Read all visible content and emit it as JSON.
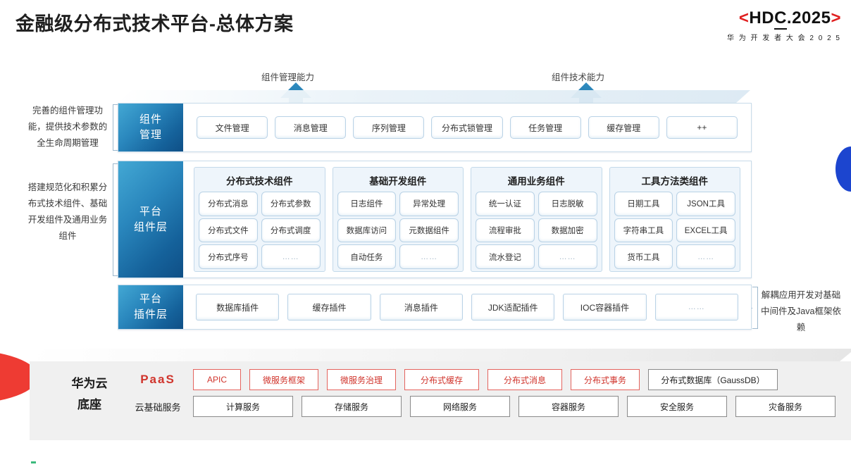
{
  "header": {
    "title": "金融级分布式技术平台-总体方案",
    "logo": {
      "bracket_left": "<",
      "bracket_right": ">",
      "text_before": "HD",
      "text_underlined": "C",
      "text_after": ".2025",
      "subtitle": "华 为 开 发 者 大 会 2 0 2 5",
      "bracket_color": "#e02020"
    }
  },
  "callouts": {
    "top_left": "组件管理能力",
    "top_right": "组件技术能力"
  },
  "side_notes": {
    "left_1": "完善的组件管理功能，提供技术参数的全生命周期管理",
    "left_2": "搭建规范化和积累分布式技术组件、基础开发组件及通用业务组件",
    "right_1": "解耦应用开发对基础中间件及Java框架依赖"
  },
  "layers": {
    "component_management": {
      "title": "组件管理",
      "items": [
        "文件管理",
        "消息管理",
        "序列管理",
        "分布式锁管理",
        "任务管理",
        "缓存管理",
        "++"
      ]
    },
    "platform_component": {
      "title": "平台组件层",
      "groups": [
        {
          "name": "分布式技术组件",
          "items": [
            "分布式消息",
            "分布式参数",
            "分布式文件",
            "分布式调度",
            "分布式序号",
            "……"
          ]
        },
        {
          "name": "基础开发组件",
          "items": [
            "日志组件",
            "异常处理",
            "数据库访问",
            "元数据组件",
            "自动任务",
            "……"
          ]
        },
        {
          "name": "通用业务组件",
          "items": [
            "统一认证",
            "日志脱敏",
            "流程审批",
            "数据加密",
            "流水登记",
            "……"
          ]
        },
        {
          "name": "工具方法类组件",
          "items": [
            "日期工具",
            "JSON工具",
            "字符串工具",
            "EXCEL工具",
            "货币工具",
            "……"
          ]
        }
      ]
    },
    "platform_plugin": {
      "title": "平台插件层",
      "items": [
        "数据库插件",
        "缓存插件",
        "消息插件",
        "JDK适配插件",
        "IOC容器插件",
        "……"
      ]
    }
  },
  "paas": {
    "label": "华为云底座",
    "rows": [
      {
        "row_label": "PaaS",
        "label_style": "strong",
        "items": [
          {
            "text": "APIC",
            "style": "red",
            "width": 66
          },
          {
            "text": "微服务框架",
            "style": "red",
            "width": 96
          },
          {
            "text": "微服务治理",
            "style": "red",
            "width": 96
          },
          {
            "text": "分布式缓存",
            "style": "red",
            "width": 104
          },
          {
            "text": "分布式消息",
            "style": "red",
            "width": 104
          },
          {
            "text": "分布式事务",
            "style": "red",
            "width": 96
          },
          {
            "text": "分布式数据库（GaussDB）",
            "style": "gray",
            "width": 182
          }
        ]
      },
      {
        "row_label": "云基础服务",
        "label_style": "plain",
        "items": [
          {
            "text": "计算服务",
            "style": "gray",
            "width": 140
          },
          {
            "text": "存储服务",
            "style": "gray",
            "width": 140
          },
          {
            "text": "网络服务",
            "style": "gray",
            "width": 140
          },
          {
            "text": "容器服务",
            "style": "gray",
            "width": 140
          },
          {
            "text": "安全服务",
            "style": "gray",
            "width": 140
          },
          {
            "text": "灾备服务",
            "style": "gray",
            "width": 140
          }
        ]
      }
    ]
  }
}
